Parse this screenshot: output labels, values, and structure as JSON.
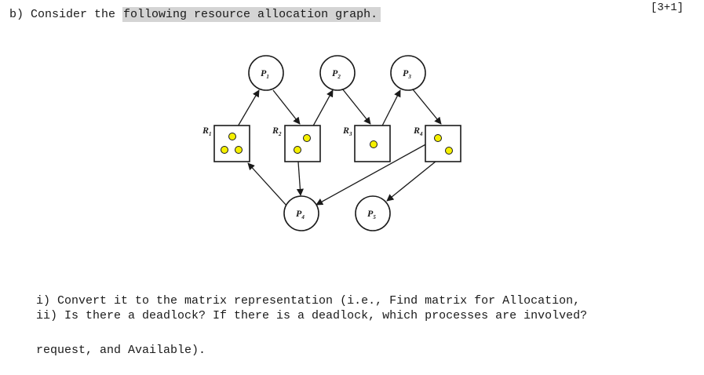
{
  "question": {
    "prefix": "b) Consider the ",
    "highlighted": "following resource allocation graph.",
    "marks": "[3+1]"
  },
  "graph": {
    "processes": [
      {
        "id": "P1",
        "base": "P",
        "sub": "1"
      },
      {
        "id": "P2",
        "base": "P",
        "sub": "2"
      },
      {
        "id": "P3",
        "base": "P",
        "sub": "3"
      },
      {
        "id": "P4",
        "base": "P",
        "sub": "4"
      },
      {
        "id": "P5",
        "base": "P",
        "sub": "5"
      }
    ],
    "resources": [
      {
        "id": "R1",
        "base": "R",
        "sub": "1",
        "instances": 3
      },
      {
        "id": "R2",
        "base": "R",
        "sub": "2",
        "instances": 2
      },
      {
        "id": "R3",
        "base": "R",
        "sub": "3",
        "instances": 1
      },
      {
        "id": "R4",
        "base": "R",
        "sub": "4",
        "instances": 2
      }
    ],
    "edges": [
      {
        "from": "R1",
        "to": "P1",
        "type": "assignment"
      },
      {
        "from": "P1",
        "to": "R2",
        "type": "request"
      },
      {
        "from": "R2",
        "to": "P2",
        "type": "assignment"
      },
      {
        "from": "P2",
        "to": "R3",
        "type": "request"
      },
      {
        "from": "R3",
        "to": "P3",
        "type": "assignment"
      },
      {
        "from": "P3",
        "to": "R4",
        "type": "request"
      },
      {
        "from": "R2",
        "to": "P4",
        "type": "assignment"
      },
      {
        "from": "P4",
        "to": "R1",
        "type": "request"
      },
      {
        "from": "R4",
        "to": "P4",
        "type": "assignment"
      },
      {
        "from": "R4",
        "to": "P5",
        "type": "assignment"
      }
    ],
    "colors": {
      "instance_fill": "#f5f000",
      "stroke": "#1a1a1a"
    }
  },
  "parts": {
    "part1_line1": "i) Convert it to the matrix representation (i.e., Find matrix for Allocation,",
    "part1_line2": "request, and Available).",
    "part2": "ii) Is there a deadlock? If there is a deadlock, which processes are involved?"
  }
}
